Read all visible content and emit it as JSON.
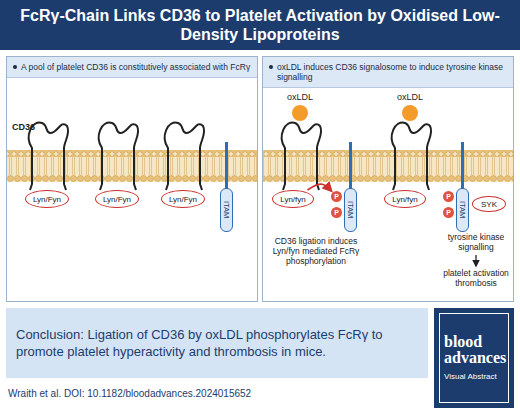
{
  "diagram": {
    "title": "FcRγ-Chain Links CD36 to Platelet Activation by Oxidised Low-Density Lipoproteins",
    "nodes": [
      {
        "text": [
          "A pool of platelet CD36 is constitutively associated with FcRγ"
        ]
      },
      {
        "text": [
          "Lyn/Fyn"
        ],
        "in": 0
      },
      {
        "text": [
          "Lyn/Fyn"
        ],
        "in": 0
      },
      {
        "text": [
          "Lyn/Fyn"
        ],
        "in": 0
      },
      {
        "text": [
          "ITAM"
        ],
        "in": 0
      },
      {
        "text": [
          "oxLDL induces CD36 signalosome to induce tyrosine kinase signalling"
        ]
      },
      {
        "text": [
          "oxLDL"
        ],
        "in": 5
      },
      {
        "text": [
          "Lyn/fyn"
        ],
        "in": 5
      },
      {
        "text": [
          "ITAM"
        ],
        "in": 5
      },
      {
        "text": [
          "P"
        ],
        "in": 5
      },
      {
        "text": [
          "P"
        ],
        "in": 5
      },
      {
        "text": [
          "oxLDL"
        ],
        "in": 5
      },
      {
        "text": [
          "Lyn/fyn"
        ],
        "in": 5
      },
      {
        "text": [
          "ITAM"
        ],
        "in": 5
      },
      {
        "text": [
          "P"
        ],
        "in": 5
      },
      {
        "text": [
          "P"
        ],
        "in": 5
      },
      {
        "text": [
          "SYK"
        ],
        "in": 5
      },
      {
        "text": [
          "Conclusion: Ligation of CD36 by oxLDL phosphorylates FcRγ to promote platelet hyperactivity and thrombosis in mice."
        ]
      },
      {
        "text": [
          "blood advances",
          "Visual Abstract"
        ]
      }
    ],
    "edges": [
      {
        "from": 7,
        "to": 9,
        "arrow": "to",
        "label": "CD36 ligation induces Lyn/fyn mediated FcRγ phosphorylation"
      }
    ],
    "labels": [
      "CD36",
      "tyrosine kinase signalling",
      "platelet activation thrombosis",
      "Wraith et al. DOI: 10.1182/bloodadvances.2024015652"
    ]
  }
}
